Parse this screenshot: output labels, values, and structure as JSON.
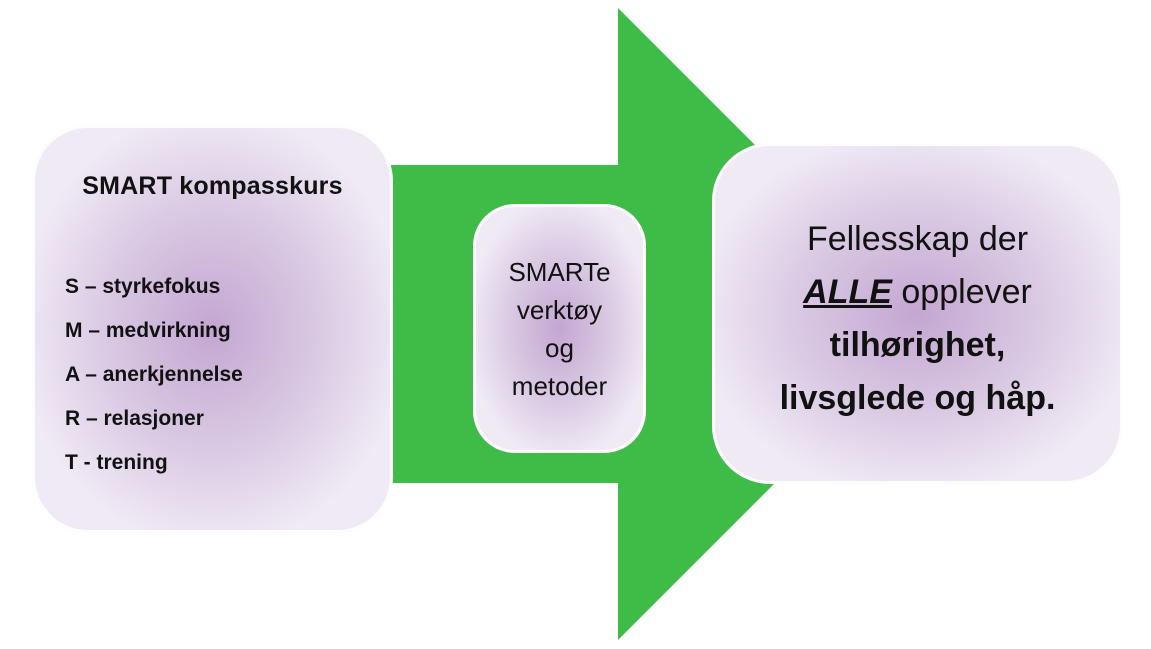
{
  "diagram": {
    "left_box": {
      "title": "SMART kompasskurs",
      "items": [
        "S – styrkefokus",
        "M – medvirkning",
        "A – anerkjennelse",
        "R – relasjoner",
        "T - trening"
      ]
    },
    "middle_box": {
      "lines": [
        "SMARTe",
        "verktøy",
        "og",
        "metoder"
      ]
    },
    "right_box": {
      "line1": "Fellesskap der",
      "line2_emphasis": "ALLE",
      "line2_rest": " opplever",
      "line3": "tilhørighet,",
      "line4": "livsglede og håp."
    }
  },
  "colors": {
    "arrow_green": "#3FBC47",
    "box_center": "#C4A6D1",
    "box_mid": "#D9C9E3",
    "box_edge": "#F0EAF5",
    "text": "#111111",
    "bg": "#FFFFFF"
  }
}
